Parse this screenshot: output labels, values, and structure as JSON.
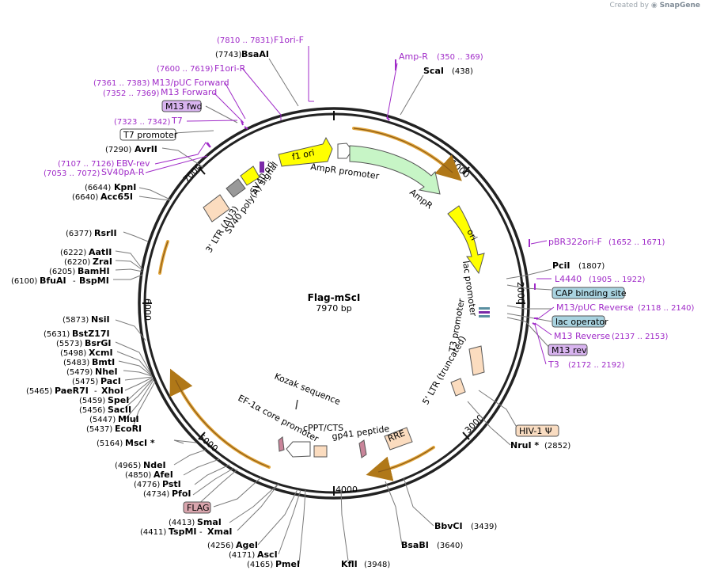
{
  "credit": {
    "prefix": "Created by",
    "brand": "SnapGene"
  },
  "plasmid": {
    "name": "Flag-mScI",
    "length": "7970 bp"
  },
  "ticks": [
    "1000",
    "2000",
    "3000",
    "4000",
    "5000",
    "6000",
    "7000"
  ],
  "enzymes": [
    {
      "name": "BsaAI",
      "pos": "(7743)"
    },
    {
      "name": "ScaI",
      "pos": "(438)"
    },
    {
      "name": "AvrII",
      "pos": "(7290)"
    },
    {
      "name": "KpnI",
      "pos": "(6644)"
    },
    {
      "name": "Acc65I",
      "pos": "(6640)"
    },
    {
      "name": "RsrII",
      "pos": "(6377)"
    },
    {
      "name": "AatII",
      "pos": "(6222)"
    },
    {
      "name": "ZraI",
      "pos": "(6220)"
    },
    {
      "name": "BamHI",
      "pos": "(6205)"
    },
    {
      "name": "BfuAI",
      "name2": "BspMI",
      "pos": "(6100)"
    },
    {
      "name": "NsiI",
      "pos": "(5873)"
    },
    {
      "name": "BstZ17I",
      "pos": "(5631)"
    },
    {
      "name": "BsrGI",
      "pos": "(5573)"
    },
    {
      "name": "XcmI",
      "pos": "(5498)"
    },
    {
      "name": "BmtI",
      "pos": "(5483)"
    },
    {
      "name": "NheI",
      "pos": "(5479)"
    },
    {
      "name": "PacI",
      "pos": "(5475)"
    },
    {
      "name": "PaeR7I",
      "name2": "XhoI",
      "pos": "(5465)"
    },
    {
      "name": "SpeI",
      "pos": "(5459)"
    },
    {
      "name": "SacII",
      "pos": "(5456)"
    },
    {
      "name": "MluI",
      "pos": "(5447)"
    },
    {
      "name": "EcoRI",
      "pos": "(5437)"
    },
    {
      "name": "MscI *",
      "pos": "(5164)"
    },
    {
      "name": "NdeI",
      "pos": "(4965)"
    },
    {
      "name": "AfeI",
      "pos": "(4850)"
    },
    {
      "name": "PstI",
      "pos": "(4776)"
    },
    {
      "name": "PfoI",
      "pos": "(4734)"
    },
    {
      "name": "SmaI",
      "pos": "(4413)"
    },
    {
      "name": "TspMI",
      "name2": "XmaI",
      "pos": "(4411)"
    },
    {
      "name": "AgeI",
      "pos": "(4256)"
    },
    {
      "name": "AscI",
      "pos": "(4171)"
    },
    {
      "name": "PmeI",
      "pos": "(4165)"
    },
    {
      "name": "KflI",
      "pos": "(3948)"
    },
    {
      "name": "BsaBI",
      "pos": "(3640)"
    },
    {
      "name": "BbvCI",
      "pos": "(3439)"
    },
    {
      "name": "NruI *",
      "pos": "(2852)"
    },
    {
      "name": "PciI",
      "pos": "(1807)"
    }
  ],
  "primers": [
    {
      "name": "F1ori-F",
      "pos": "(7810 .. 7831)"
    },
    {
      "name": "F1ori-R",
      "pos": "(7600 .. 7619)"
    },
    {
      "name": "M13/pUC Forward",
      "pos": "(7361 .. 7383)"
    },
    {
      "name": "M13 Forward",
      "pos": "(7352 .. 7369)"
    },
    {
      "name": "T7",
      "pos": "(7323 .. 7342)"
    },
    {
      "name": "EBV-rev",
      "pos": "(7107 .. 7126)"
    },
    {
      "name": "SV40pA-R",
      "pos": "(7053 .. 7072)"
    },
    {
      "name": "Amp-R",
      "pos": "(350 .. 369)"
    },
    {
      "name": "pBR322ori-F",
      "pos": "(1652 .. 1671)"
    },
    {
      "name": "L4440",
      "pos": "(1905 .. 1922)"
    },
    {
      "name": "M13/pUC Reverse",
      "pos": "(2118 .. 2140)"
    },
    {
      "name": "M13 Reverse",
      "pos": "(2137 .. 2153)"
    },
    {
      "name": "T3",
      "pos": "(2172 .. 2192)"
    }
  ],
  "boxes": [
    {
      "label": "M13 fwd",
      "color": "#d8b4ef"
    },
    {
      "label": "T7 promoter",
      "color": "#ffffff"
    },
    {
      "label": "CAP binding site",
      "color": "#a9d3e0"
    },
    {
      "label": "lac operator",
      "color": "#a9d3e0"
    },
    {
      "label": "M13 rev",
      "color": "#d8b4ef"
    },
    {
      "label": "HIV-1 Ψ",
      "color": "#f9dcc1"
    },
    {
      "label": "FLAG",
      "color": "#d9a5ad"
    }
  ],
  "features": [
    "f1 ori",
    "AmpR promoter",
    "AmpR",
    "ori",
    "lac promoter",
    "T3 promoter",
    "5' LTR (truncated)",
    "RRE",
    "gp41 peptide",
    "cPPT/CTS",
    "EF-1α core promoter",
    "Kozak sequence",
    "3' LTR (ΔU3)",
    "SV40 poly(A) signal",
    "SV40 ori"
  ],
  "colors": {
    "primer": "#a02bc8",
    "orf_arrow": "#e2a53a",
    "ori": "#ffff00",
    "ampr": "#c7f5c6",
    "ltr": "#fbdcbf"
  }
}
